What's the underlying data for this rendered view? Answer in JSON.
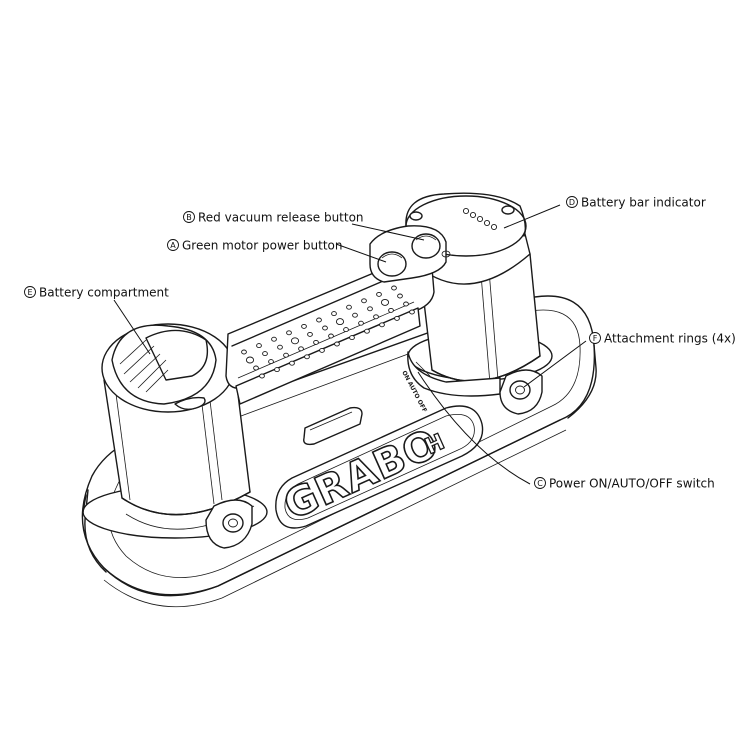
{
  "product": {
    "logo_text": "GRABO",
    "logo_suffix": "H",
    "switch_marking": "ON AUTO OFF"
  },
  "callouts": [
    {
      "letter": "B",
      "text": "Red vacuum release button"
    },
    {
      "letter": "A",
      "text": "Green motor power button"
    },
    {
      "letter": "D",
      "text": "Battery bar indicator"
    },
    {
      "letter": "E",
      "text": "Battery compartment"
    },
    {
      "letter": "F",
      "text": "Attachment rings (4x)"
    },
    {
      "letter": "C",
      "text": "Power ON/AUTO/OFF switch"
    }
  ]
}
